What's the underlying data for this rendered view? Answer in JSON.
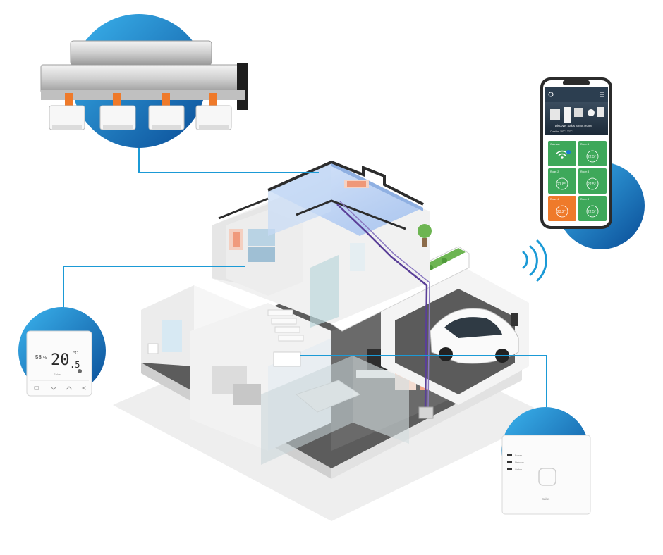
{
  "thermostat": {
    "temperature_main": "20",
    "temperature_decimal": ".5",
    "unit": "°C",
    "humidity_value": "58",
    "humidity_unit": "%",
    "brand": "Salus"
  },
  "gateway": {
    "led_labels": [
      "Power",
      "Network",
      "Online"
    ],
    "brand": "Salus"
  },
  "phone_app": {
    "banner_text": "Discover Salus Smart Home",
    "status_text": "Outside: 18°C, 22°C",
    "tiles": [
      {
        "label": "Gateway",
        "value": ""
      },
      {
        "label": "Room 1",
        "value": "22.5°"
      },
      {
        "label": "Room 2",
        "value": "21.8°"
      },
      {
        "label": "Room 3",
        "value": "22.5°"
      },
      {
        "label": "Room 4",
        "value": "23.2°"
      },
      {
        "label": "Room 5",
        "value": "22.5°"
      }
    ]
  },
  "colors": {
    "accent_blue": "#1a8fd8",
    "deep_blue": "#0a56a6",
    "tile_green": "#3ea85a",
    "tile_orange": "#ef7a2a",
    "connector": "#1b9ad6",
    "pipe_purple": "#5a3f98"
  }
}
